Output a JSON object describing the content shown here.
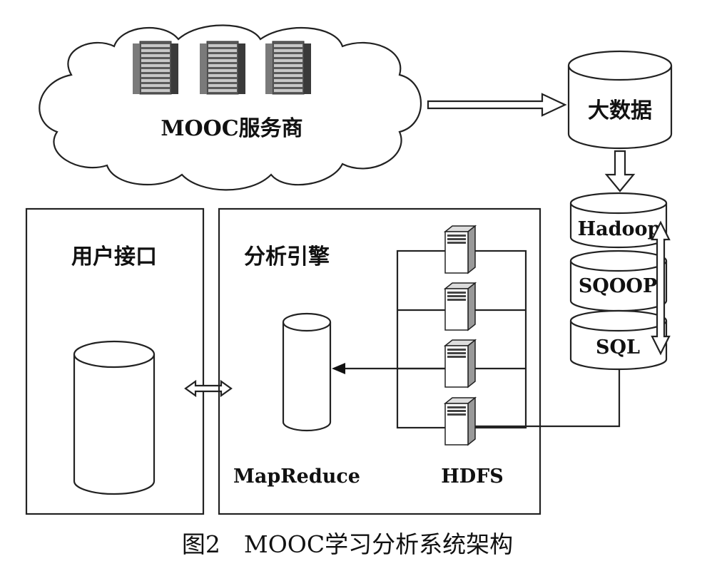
{
  "cloud": {
    "label": "MOOC服务商"
  },
  "bigdata": {
    "label": "大数据"
  },
  "stack": {
    "hadoop": "Hadoop",
    "sqoop": "SQOOP",
    "sql": "SQL"
  },
  "user_interface": {
    "title": "用户接口"
  },
  "engine": {
    "title": "分析引擎",
    "mapreduce": "MapReduce",
    "hdfs": "HDFS"
  },
  "caption": "图2　MOOC学习分析系统架构"
}
